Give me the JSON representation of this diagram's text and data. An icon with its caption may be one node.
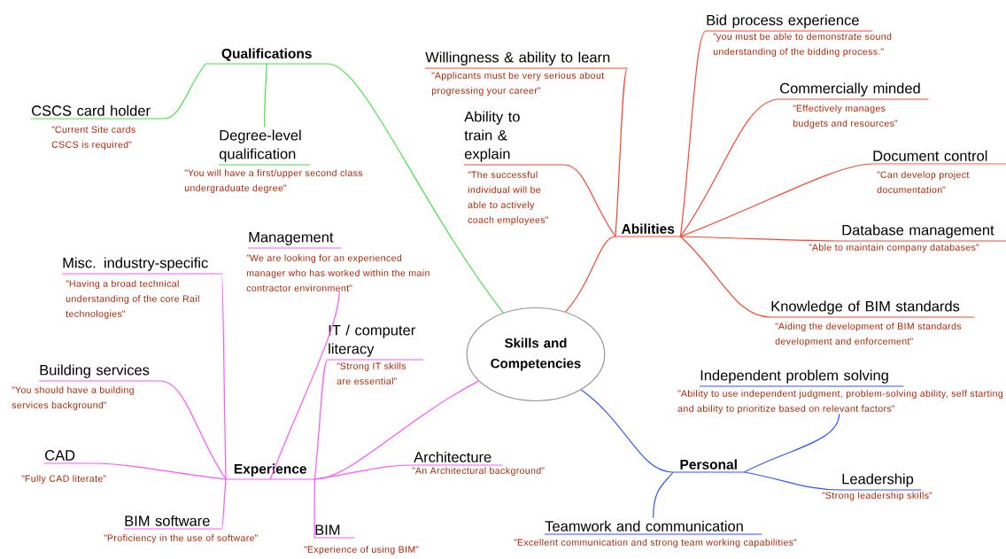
{
  "diagram": {
    "nodes": [
      {
        "text": [
          "Skills and Competencies"
        ]
      },
      {
        "text": [
          "Qualifications"
        ]
      },
      {
        "text": [
          "CSCS card holder"
        ],
        "beside": [
          "\"Current Site cards CSCS is required\""
        ]
      },
      {
        "text": [
          "Degree-level qualification"
        ],
        "beside": [
          "\"You will have a first/upper second class undergraduate degree\""
        ]
      },
      {
        "text": [
          "Abilities"
        ]
      },
      {
        "text": [
          "Willingness & ability to learn"
        ],
        "beside": [
          "\"Applicants must be very serious about progressing your career\""
        ]
      },
      {
        "text": [
          "Ability to train & explain"
        ],
        "beside": [
          "\"The successful individual will be able to actively coach employees\""
        ]
      },
      {
        "text": [
          "Bid process experience"
        ],
        "beside": [
          "\"you must be able to demonstrate sound understanding of the bidding process.\""
        ]
      },
      {
        "text": [
          "Commercially minded"
        ],
        "beside": [
          "\"Effectively manages budgets and resources\""
        ]
      },
      {
        "text": [
          "Document control"
        ],
        "beside": [
          "\"Can develop project documentation\""
        ]
      },
      {
        "text": [
          "Database management"
        ],
        "beside": [
          "\"Able to maintain company databases\""
        ]
      },
      {
        "text": [
          "Knowledge of BIM standards"
        ],
        "beside": [
          "\"Aiding the development of BIM standards development and enforcement\""
        ]
      },
      {
        "text": [
          "Personal"
        ]
      },
      {
        "text": [
          "Independent problem solving"
        ],
        "beside": [
          "\"Ability to use independent judgment, problem-solving ability, self starting and ability to prioritize based on relevant factors\""
        ]
      },
      {
        "text": [
          "Leadership"
        ],
        "beside": [
          "\"Strong leadership skills\""
        ]
      },
      {
        "text": [
          "Teamwork and communication"
        ],
        "beside": [
          "\"Excellent communication and strong team working capabilities\""
        ]
      },
      {
        "text": [
          "Experience"
        ]
      },
      {
        "text": [
          "Management"
        ],
        "beside": [
          "\"We are looking for an experienced manager who has worked within the main contractor environment\""
        ]
      },
      {
        "text": [
          "Misc. industry-specific"
        ],
        "beside": [
          "\"Having a broad technical understanding of the core Rail technologies\""
        ]
      },
      {
        "text": [
          "IT / computer literacy"
        ],
        "beside": [
          "\"Strong IT skills are essential\""
        ]
      },
      {
        "text": [
          "Building services"
        ],
        "beside": [
          "\"You should have a building services background\""
        ]
      },
      {
        "text": [
          "Architecture"
        ],
        "beside": [
          "\"An Architectural background\""
        ]
      },
      {
        "text": [
          "CAD"
        ],
        "beside": [
          "\"Fully CAD literate\""
        ]
      },
      {
        "text": [
          "BIM"
        ],
        "beside": [
          "\"Experience of using BIM\""
        ]
      },
      {
        "text": [
          "BIM software"
        ],
        "beside": [
          "\"Proficiency in the use of software\""
        ]
      }
    ],
    "edges": [
      {
        "from": 0,
        "to": 1,
        "arrow": "none",
        "color": "#44e444"
      },
      {
        "from": 1,
        "to": 2,
        "arrow": "none",
        "color": "#44e444"
      },
      {
        "from": 1,
        "to": 3,
        "arrow": "none",
        "color": "#44e444"
      },
      {
        "from": 0,
        "to": 4,
        "arrow": "none",
        "color": "#ff4433"
      },
      {
        "from": 4,
        "to": 5,
        "arrow": "none",
        "color": "#ff4433"
      },
      {
        "from": 4,
        "to": 6,
        "arrow": "none",
        "color": "#ff4433"
      },
      {
        "from": 4,
        "to": 7,
        "arrow": "none",
        "color": "#ff4433"
      },
      {
        "from": 4,
        "to": 8,
        "arrow": "none",
        "color": "#ff4433"
      },
      {
        "from": 4,
        "to": 9,
        "arrow": "none",
        "color": "#ff4433"
      },
      {
        "from": 4,
        "to": 10,
        "arrow": "none",
        "color": "#ff4433"
      },
      {
        "from": 4,
        "to": 11,
        "arrow": "none",
        "color": "#ff4433"
      },
      {
        "from": 0,
        "to": 12,
        "arrow": "none",
        "color": "#3355ff"
      },
      {
        "from": 12,
        "to": 13,
        "arrow": "none",
        "color": "#3355ff"
      },
      {
        "from": 12,
        "to": 14,
        "arrow": "none",
        "color": "#3355ff"
      },
      {
        "from": 12,
        "to": 15,
        "arrow": "none",
        "color": "#3355ff"
      },
      {
        "from": 0,
        "to": 16,
        "arrow": "none"
      },
      {
        "from": 16,
        "to": 17,
        "arrow": "none"
      },
      {
        "from": 16,
        "to": 18,
        "arrow": "none"
      },
      {
        "from": 16,
        "to": 19,
        "arrow": "none"
      },
      {
        "from": 16,
        "to": 20,
        "arrow": "none"
      },
      {
        "from": 16,
        "to": 21,
        "arrow": "none"
      },
      {
        "from": 16,
        "to": 22,
        "arrow": "none"
      },
      {
        "from": 16,
        "to": 23,
        "arrow": "none"
      },
      {
        "from": 16,
        "to": 24,
        "arrow": "none"
      }
    ]
  }
}
